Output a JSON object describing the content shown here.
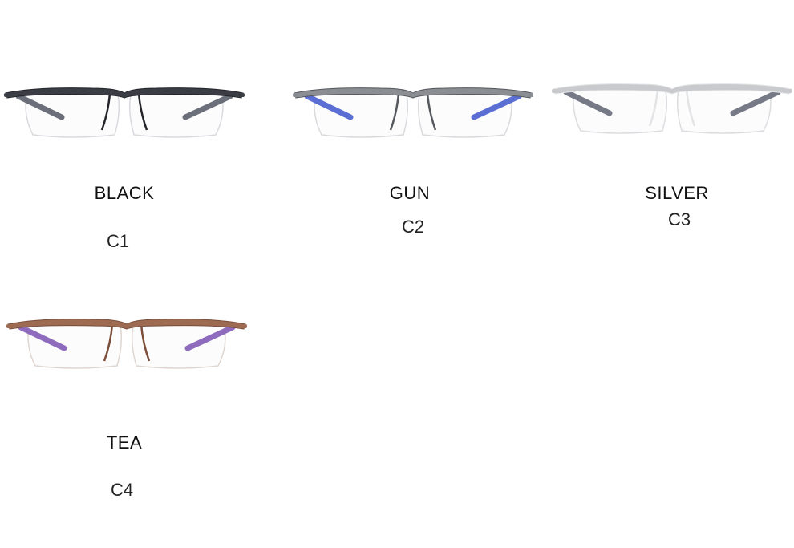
{
  "variants": [
    {
      "name": "BLACK",
      "code": "C1",
      "colors": {
        "frame": "#3a3d44",
        "bridge": "#23252b",
        "temple": "#6b6f7a",
        "lensEdge": "#d8dade"
      }
    },
    {
      "name": "GUN",
      "code": "C2",
      "colors": {
        "frame": "#8a8d92",
        "bridge": "#55585e",
        "temple": "#5b6ed4",
        "lensEdge": "#d9dadd"
      }
    },
    {
      "name": "SILVER",
      "code": "C3",
      "colors": {
        "frame": "#c9cacd",
        "bridge": "#e3e4e6",
        "temple": "#767a86",
        "lensEdge": "#dcdde0"
      }
    },
    {
      "name": "TEA",
      "code": "C4",
      "colors": {
        "frame": "#9c6b52",
        "bridge": "#7d4f3b",
        "temple": "#8e6bbd",
        "lensEdge": "#e0d6d1"
      }
    }
  ]
}
